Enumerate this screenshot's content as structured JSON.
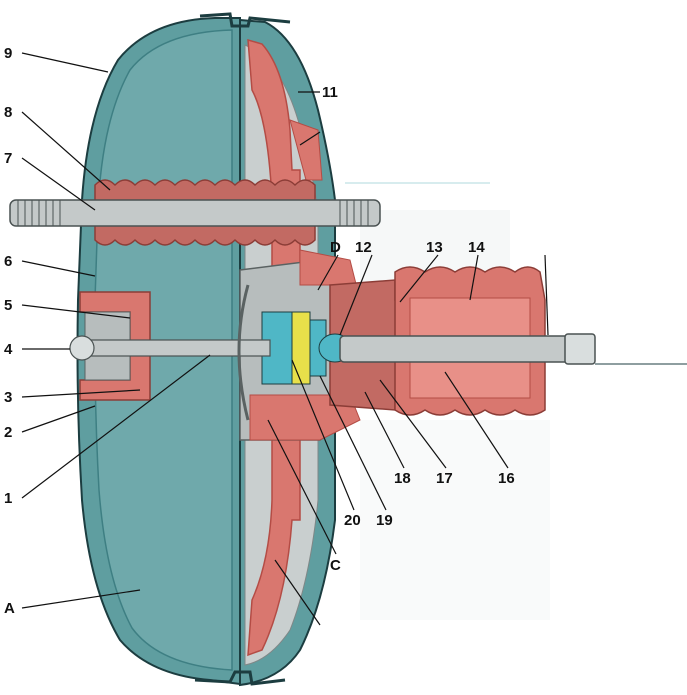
{
  "colors": {
    "housing": "#5f9ea0",
    "housing_dark": "#3e7f83",
    "chamber": "#6fa9ab",
    "outline": "#1c3d40",
    "red_parts": "#d9776f",
    "red_dark": "#b44c45",
    "metal": "#c4c9c9",
    "metal_dark": "#7f8787",
    "valve_blue": "#4fb7c6",
    "valve_yellow": "#e8e04a",
    "label": "#111111"
  },
  "labels": {
    "l1": "1",
    "l2": "2",
    "l3": "3",
    "l4": "4",
    "l5": "5",
    "l6": "6",
    "l7": "7",
    "l8": "8",
    "l9": "9",
    "l11": "11",
    "l12": "12",
    "l13": "13",
    "l14": "14",
    "l16": "16",
    "l17": "17",
    "l18": "18",
    "l19": "19",
    "l20": "20",
    "lA": "A",
    "lC": "C",
    "lD": "D"
  }
}
